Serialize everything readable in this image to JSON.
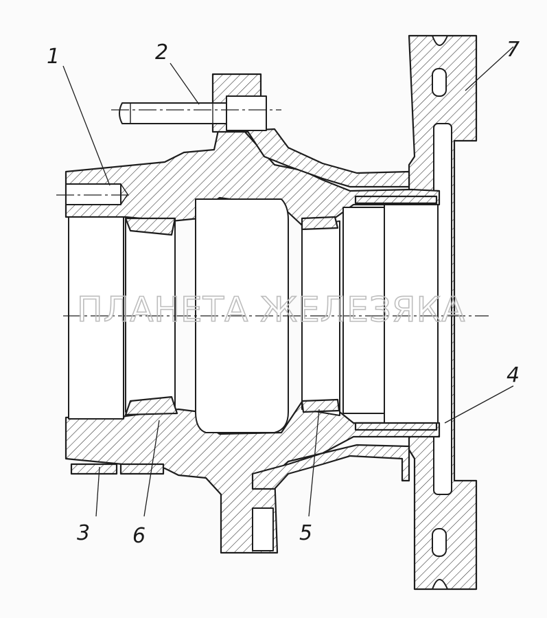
{
  "callouts": [
    {
      "id": "1",
      "text": "1"
    },
    {
      "id": "2",
      "text": "2"
    },
    {
      "id": "3",
      "text": "3"
    },
    {
      "id": "4",
      "text": "4"
    },
    {
      "id": "5",
      "text": "5"
    },
    {
      "id": "6",
      "text": "6"
    },
    {
      "id": "7",
      "text": "7"
    }
  ],
  "watermark": "ПЛАНЕТА ЖЕЛЕЗЯКА"
}
